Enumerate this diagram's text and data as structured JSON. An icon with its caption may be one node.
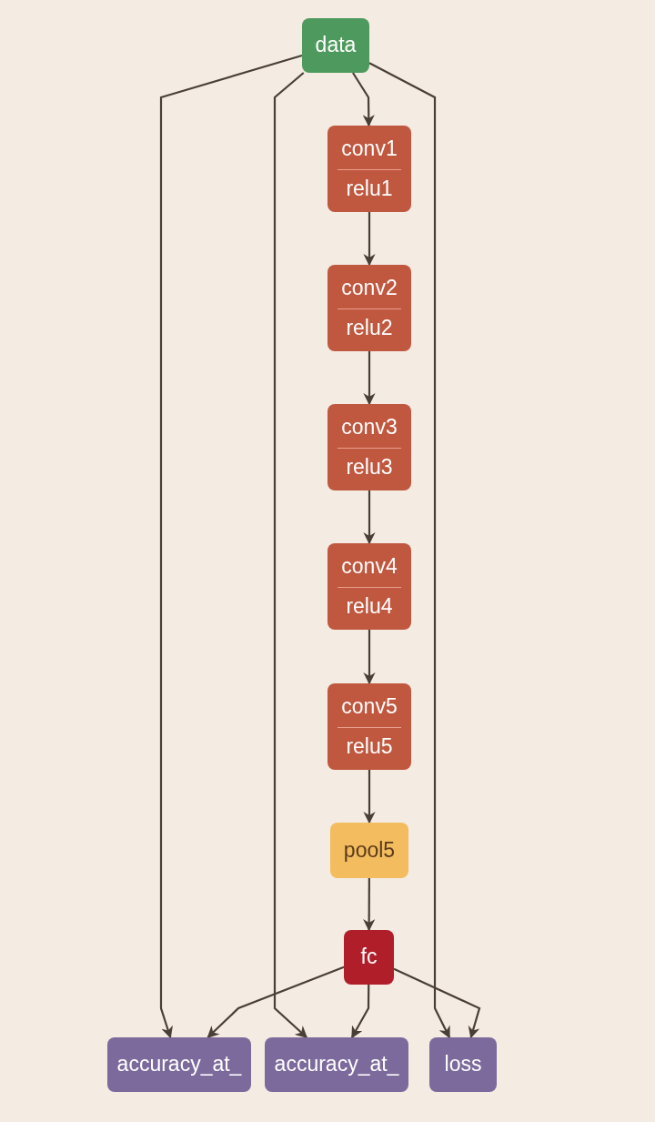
{
  "diagram": {
    "nodes": [
      {
        "text": [
          "data"
        ]
      },
      {
        "text": [
          "conv1",
          "relu1"
        ]
      },
      {
        "text": [
          "conv2",
          "relu2"
        ]
      },
      {
        "text": [
          "conv3",
          "relu3"
        ]
      },
      {
        "text": [
          "conv4",
          "relu4"
        ]
      },
      {
        "text": [
          "conv5",
          "relu5"
        ]
      },
      {
        "text": [
          "pool5"
        ]
      },
      {
        "text": [
          "fc"
        ]
      },
      {
        "text": [
          "accuracy_at_"
        ]
      },
      {
        "text": [
          "accuracy_at_"
        ]
      },
      {
        "text": [
          "loss"
        ]
      }
    ],
    "edges": [
      {
        "from": 0,
        "to": 1,
        "arrow": "to"
      },
      {
        "from": 1,
        "to": 2,
        "arrow": "to"
      },
      {
        "from": 2,
        "to": 3,
        "arrow": "to"
      },
      {
        "from": 3,
        "to": 4,
        "arrow": "to"
      },
      {
        "from": 4,
        "to": 5,
        "arrow": "to"
      },
      {
        "from": 5,
        "to": 6,
        "arrow": "to"
      },
      {
        "from": 6,
        "to": 7,
        "arrow": "to"
      },
      {
        "from": 0,
        "to": 8,
        "arrow": "to"
      },
      {
        "from": 0,
        "to": 9,
        "arrow": "to"
      },
      {
        "from": 0,
        "to": 10,
        "arrow": "to"
      },
      {
        "from": 7,
        "to": 8,
        "arrow": "to"
      },
      {
        "from": 7,
        "to": 9,
        "arrow": "to"
      },
      {
        "from": 7,
        "to": 10,
        "arrow": "to"
      }
    ]
  }
}
